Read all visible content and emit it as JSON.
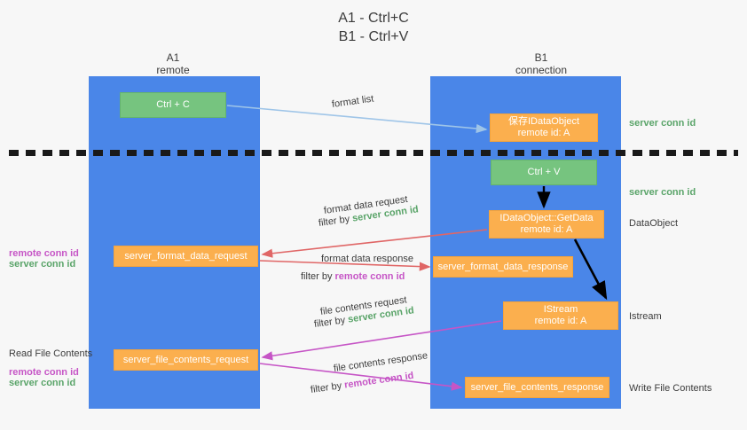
{
  "title": {
    "line1": "A1 - Ctrl+C",
    "line2": "B1 - Ctrl+V"
  },
  "columns": {
    "a1": {
      "name": "A1",
      "role": "remote"
    },
    "b1": {
      "name": "B1",
      "role": "connection"
    }
  },
  "nodes": {
    "ctrl_c": {
      "label": "Ctrl + C",
      "color": "#76c47f"
    },
    "ctrl_v": {
      "label": "Ctrl + V",
      "color": "#76c47f"
    },
    "idataobject": {
      "line1": "保存IDataObject",
      "line2": "remote id: A",
      "color": "#fbaf4e"
    },
    "getdata": {
      "line1": "IDataObject::GetData",
      "line2": "remote id: A",
      "color": "#fbaf4e"
    },
    "istream": {
      "line1": "IStream",
      "line2": "remote id: A",
      "color": "#fbaf4e"
    },
    "server_format_data_request": {
      "label": "server_format_data_request"
    },
    "server_format_data_response": {
      "label": "server_format_data_response"
    },
    "server_file_contents_request": {
      "label": "server_file_contents_request"
    },
    "server_file_contents_response": {
      "label": "server_file_contents_response"
    }
  },
  "edge_labels": {
    "format_list": "format list",
    "format_data_request": "format data request",
    "format_data_request_filter_prefix": "filter by ",
    "format_data_request_filter_value": "server conn id",
    "format_data_response": "format data response",
    "format_data_response_filter_prefix": "filter by ",
    "format_data_response_filter_value": "remote conn id",
    "file_contents_request": "file contents request",
    "file_contents_request_filter_prefix": "filter by ",
    "file_contents_request_filter_value": "server conn id",
    "file_contents_response": "file contents response",
    "file_contents_response_filter_prefix": "filter by ",
    "file_contents_response_filter_value": "remote conn id"
  },
  "annotations": {
    "right": {
      "server_conn_id_top": "server conn id",
      "server_conn_id_mid": "server conn id",
      "dataobject": "DataObject",
      "istream": "Istream",
      "write_file_contents": "Write File Contents"
    },
    "left": {
      "remote_conn_id_1": "remote conn id",
      "server_conn_id_1": "server conn id",
      "read_file_contents": "Read File Contents",
      "remote_conn_id_2": "remote conn id",
      "server_conn_id_2": "server conn id"
    }
  },
  "colors": {
    "lane": "#4a86e8",
    "green": "#5aa469",
    "magenta": "#c655c6",
    "orange": "#fbaf4e",
    "arrow_light_blue": "#9fc5e8",
    "arrow_red": "#e06666",
    "arrow_magenta": "#c655c6",
    "arrow_black": "#000000",
    "background": "#f7f7f7"
  }
}
